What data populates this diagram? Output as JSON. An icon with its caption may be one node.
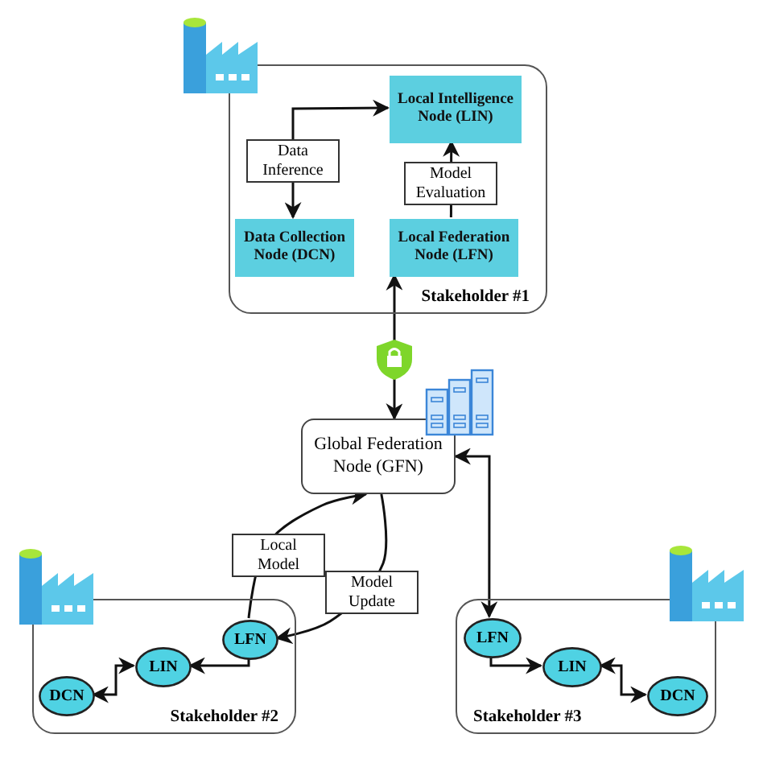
{
  "diagram": {
    "nodes": [
      {
        "text": [
          "Stakeholder #1"
        ]
      },
      {
        "text": [
          "Local Intelligence Node (LIN)"
        ],
        "in": 0
      },
      {
        "text": [
          "Data Collection Node (DCN)"
        ],
        "in": 0
      },
      {
        "text": [
          "Local Federation Node (LFN)"
        ],
        "in": 0
      },
      {
        "text": [
          "Global Federation Node (GFN)"
        ]
      },
      {
        "text": [
          "Stakeholder #2"
        ]
      },
      {
        "text": [
          "LFN"
        ],
        "in": 5
      },
      {
        "text": [
          "LIN"
        ],
        "in": 5
      },
      {
        "text": [
          "DCN"
        ],
        "in": 5
      },
      {
        "text": [
          "Stakeholder #3"
        ]
      },
      {
        "text": [
          "LFN"
        ],
        "in": 9
      },
      {
        "text": [
          "LIN"
        ],
        "in": 9
      },
      {
        "text": [
          "DCN"
        ],
        "in": 9
      }
    ],
    "edges": [
      {
        "from": 2,
        "to": 1,
        "arrow": "both",
        "label": "Data Inference"
      },
      {
        "from": 3,
        "to": 1,
        "arrow": "to",
        "label": "Model Evaluation"
      },
      {
        "from": 4,
        "to": 3,
        "arrow": "both"
      },
      {
        "from": 6,
        "to": 4,
        "arrow": "to",
        "label": "Local Model"
      },
      {
        "from": 4,
        "to": 6,
        "arrow": "to",
        "label": "Model Update"
      },
      {
        "from": 4,
        "to": 10,
        "arrow": "both"
      },
      {
        "from": 6,
        "to": 7,
        "arrow": "to"
      },
      {
        "from": 7,
        "to": 8,
        "arrow": "both"
      },
      {
        "from": 10,
        "to": 11,
        "arrow": "to"
      },
      {
        "from": 12,
        "to": 11,
        "arrow": "both"
      }
    ]
  }
}
